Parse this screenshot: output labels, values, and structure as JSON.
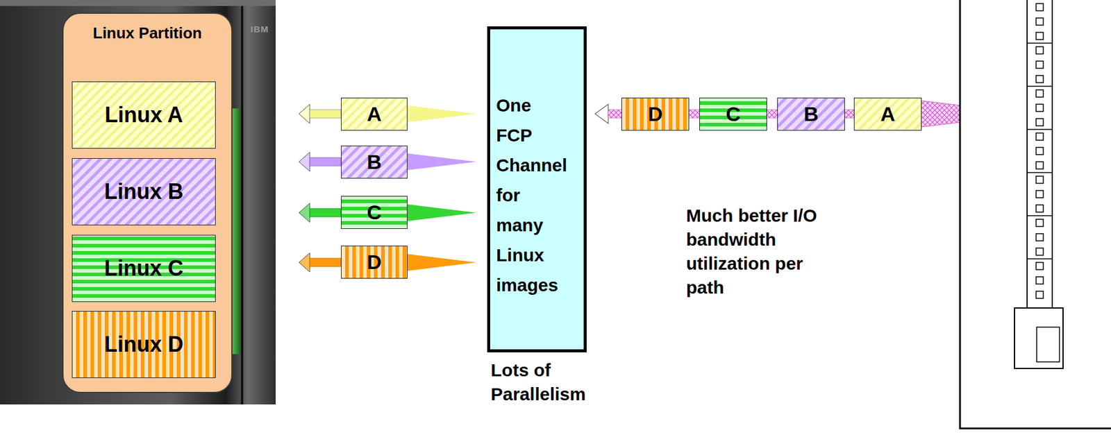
{
  "diagram": {
    "nodes": [
      {
        "text": [
          "Linux Partition"
        ]
      },
      {
        "text": [
          "Linux A"
        ],
        "in": 0
      },
      {
        "text": [
          "Linux B"
        ],
        "in": 0
      },
      {
        "text": [
          "Linux C"
        ],
        "in": 0
      },
      {
        "text": [
          "Linux D"
        ],
        "in": 0
      },
      {
        "text": [
          "A"
        ]
      },
      {
        "text": [
          "B"
        ]
      },
      {
        "text": [
          "C"
        ]
      },
      {
        "text": [
          "D"
        ]
      },
      {
        "text": [
          "One FCP Channel for many Linux images"
        ]
      },
      {
        "text": [
          "D"
        ]
      },
      {
        "text": [
          "C"
        ]
      },
      {
        "text": [
          "B"
        ]
      },
      {
        "text": [
          "A"
        ]
      }
    ],
    "labels": [
      "IBM",
      "Much better I/O bandwidth utilization per path",
      "Lots of Parallelism"
    ]
  }
}
